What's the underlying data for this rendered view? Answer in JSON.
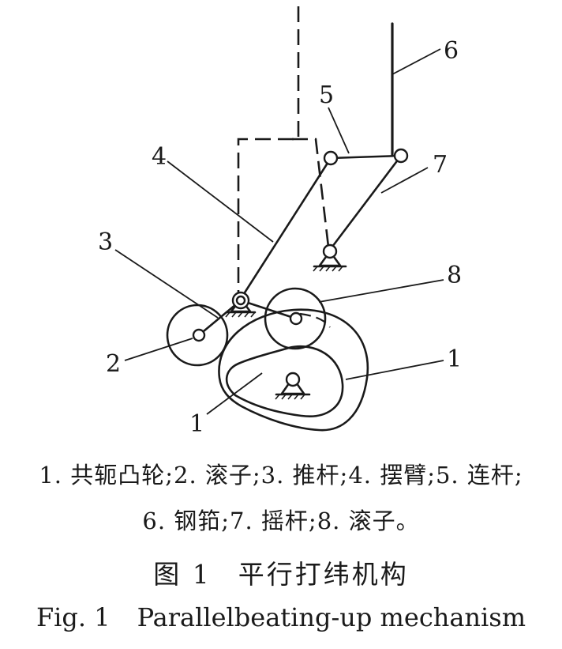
{
  "callouts": {
    "c1_right": "1",
    "c1_left": "1",
    "c2": "2",
    "c3": "3",
    "c4": "4",
    "c5": "5",
    "c6": "6",
    "c7": "7",
    "c8": "8"
  },
  "legend": {
    "line1": "1. 共轭凸轮;2. 滚子;3. 推杆;4. 摆臂;5. 连杆;",
    "line2": "6. 钢筘;7. 摇杆;8. 滚子。"
  },
  "caption_cn": {
    "label": "图 1",
    "title": "平行打纬机构"
  },
  "caption_en": {
    "label": "Fig. 1",
    "title": "Parallelbeating-up mechanism"
  }
}
